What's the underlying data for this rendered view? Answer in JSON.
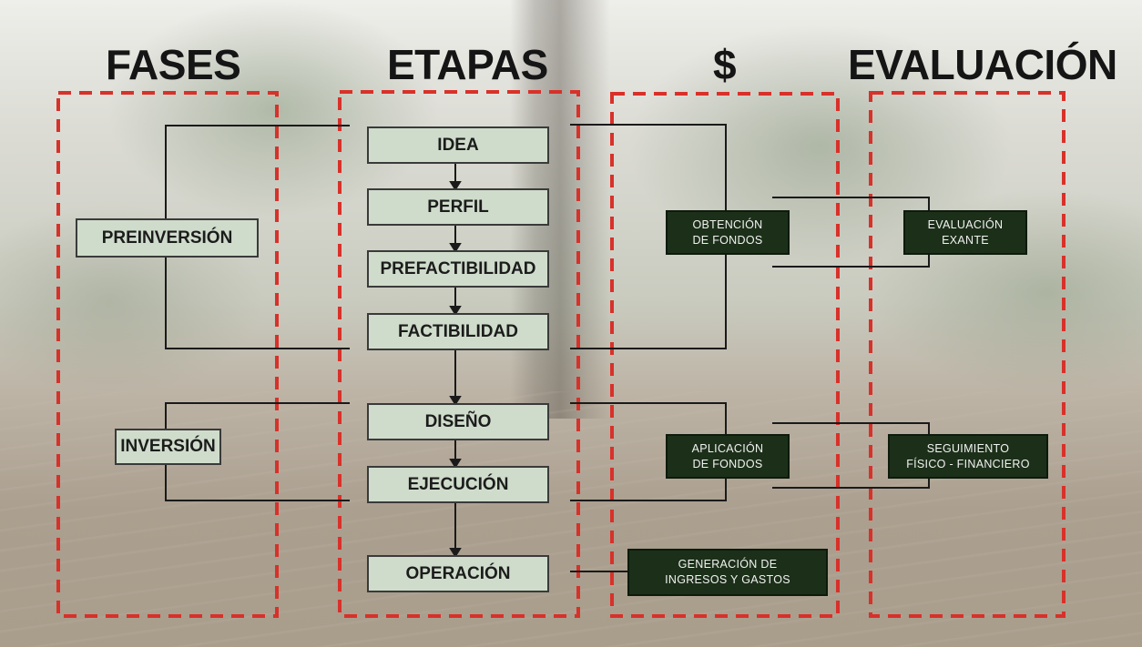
{
  "headers": {
    "fases": "FASES",
    "etapas": "ETAPAS",
    "money": "$",
    "evaluacion": "EVALUACIÓN"
  },
  "fases": {
    "preinversion": "PREINVERSIÓN",
    "inversion": "INVERSIÓN"
  },
  "etapas": {
    "idea": "IDEA",
    "perfil": "PERFIL",
    "prefactibilidad": "PREFACTIBILIDAD",
    "factibilidad": "FACTIBILIDAD",
    "diseno": "DISEÑO",
    "ejecucion": "EJECUCIÓN",
    "operacion": "OPERACIÓN"
  },
  "fondos": {
    "obtencion_line1": "OBTENCIÓN",
    "obtencion_line2": "DE FONDOS",
    "aplicacion_line1": "APLICACIÓN",
    "aplicacion_line2": "DE FONDOS",
    "generacion_line1": "GENERACIÓN  DE",
    "generacion_line2": "INGRESOS Y GASTOS"
  },
  "evaluacion": {
    "exante_line1": "EVALUACIÓN",
    "exante_line2": "EXANTE",
    "seguimiento_line1": "SEGUIMIENTO",
    "seguimiento_line2": "FÍSICO - FINANCIERO"
  },
  "colors": {
    "dashed_border": "#d8312a",
    "light_box": "#cfdccb",
    "dark_box": "#1c3019",
    "connector": "#1a1a1a"
  }
}
